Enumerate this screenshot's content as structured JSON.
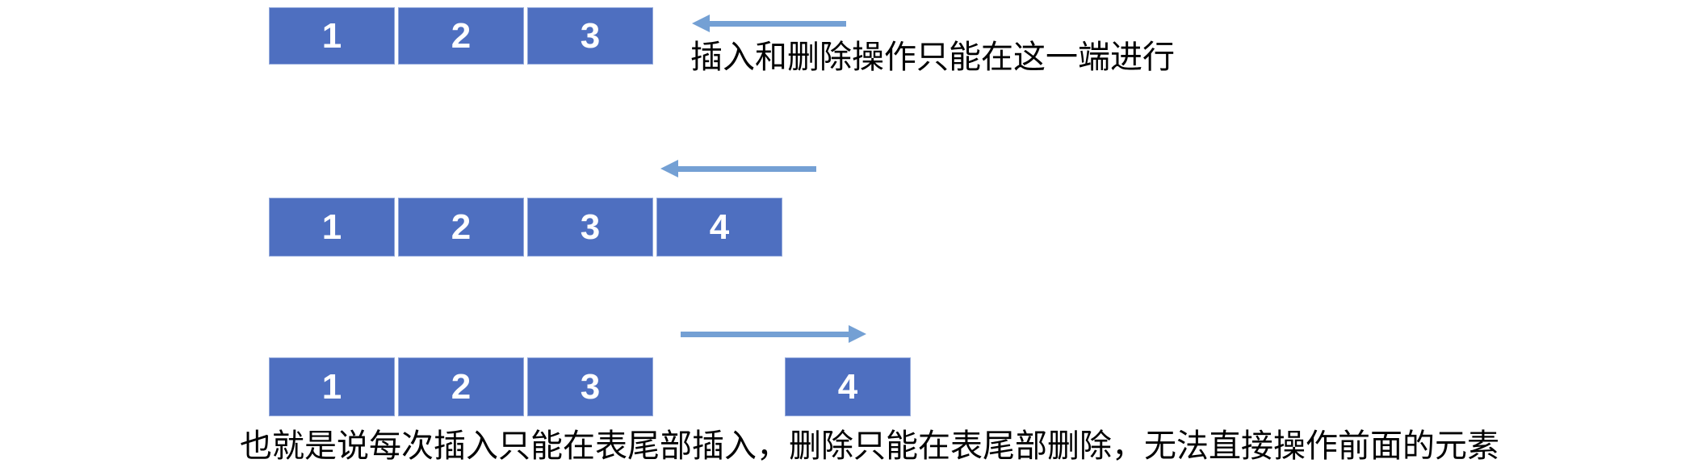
{
  "colors": {
    "box_fill": "#4E6FC0",
    "arrow": "#74A0D4",
    "number_text": "#FFFFFF",
    "label_text": "#000000",
    "background": "#FFFFFF"
  },
  "diagram": {
    "row1": {
      "cells": [
        "1",
        "2",
        "3"
      ],
      "arrow_direction": "left",
      "caption": "插入和删除操作只能在这一端进行"
    },
    "row2": {
      "cells": [
        "1",
        "2",
        "3",
        "4"
      ],
      "arrow_direction": "left"
    },
    "row3": {
      "cells": [
        "1",
        "2",
        "3"
      ],
      "detached_cell": "4",
      "arrow_direction": "right"
    },
    "footer_caption": "也就是说每次插入只能在表尾部插入，删除只能在表尾部删除，无法直接操作前面的元素"
  }
}
